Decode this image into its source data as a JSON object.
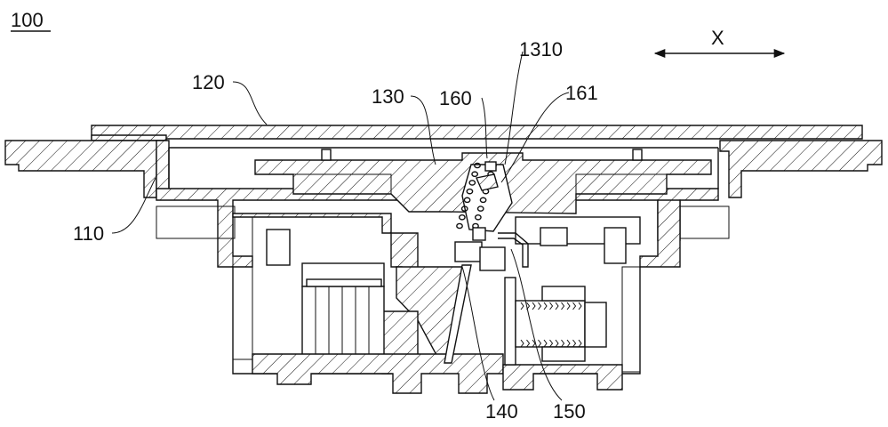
{
  "figure": {
    "figure_label": "100",
    "axis_label": "X",
    "reference_numerals": {
      "housing": "110",
      "top_plate": "120",
      "slider": "130",
      "spring_end": "1310",
      "spring": "160",
      "spring_seat": "161",
      "lever": "140",
      "pin": "150"
    }
  }
}
